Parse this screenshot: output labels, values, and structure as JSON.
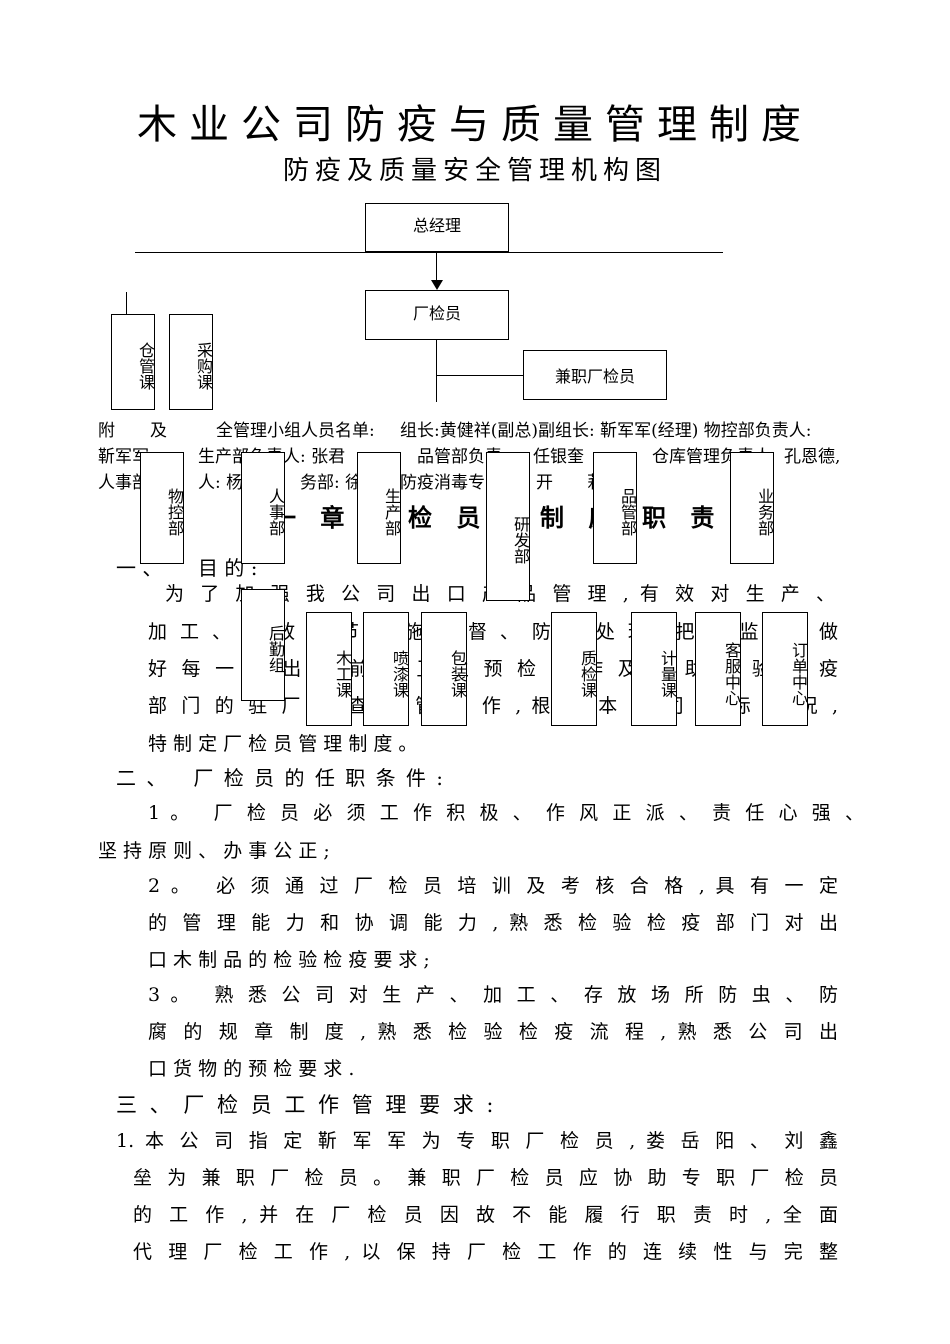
{
  "title": "木业公司防疫与质量管理制度",
  "subtitle": "防疫及质量安全管理机构图",
  "org": {
    "gm": "总经理",
    "inspector": "厂检员",
    "part_inspector": "兼职厂检员",
    "warehouse": "仓管课",
    "purchase": "采购课",
    "dept_material": "物控部",
    "dept_hr": "人事部",
    "dept_prod": "生产部",
    "dept_rd": "研发部",
    "dept_quality": "品管部",
    "dept_business": "业务部",
    "logistics": "后勤组",
    "wood": "木工课",
    "paint": "喷漆课",
    "pack": "包装课",
    "qc": "质检课",
    "metering": "计量课",
    "service": "客服中心",
    "orders": "订单中心"
  },
  "attach": {
    "line1a": "附",
    "line1b": "及",
    "line1c": "全管理小组人员名单:",
    "line1d": "组长:黄健祥(副总)副组长: 靳军军(经理) 物控部负责人:",
    "line2a": "靳军军",
    "line2b": "生产部负责人: 张君",
    "line2c": "品管部负责",
    "line2d": "任银奎",
    "line2e": "仓库管理负责人",
    "line2f": "孔恩德,",
    "line3a": "人事部",
    "line3b": "人: 杨晓",
    "line3c": "务部: 徐晓",
    "line3d": "防疫消毒专",
    "line3e": "开",
    "line3f": "莉"
  },
  "chapter": {
    "a": "一 章",
    "b": "检 员 管",
    "c": "制 度",
    "d": "职 责"
  },
  "sec1": {
    "heading_a": "一 、",
    "heading_b": "目 的 :",
    "l1": "为 了 加 强 我 公 司 出 口 产 品 管 理 , 有 效 对 生 产 、",
    "l2": "加 工 、 存 放 环 节 实 施 监 督 、 防 范 处 理 , 把 控 监 测 , 做",
    "l3": "好 每 一 批 出 口 前 的 卫 生 预 检 工 作 及 协 助 检 验 检 疫",
    "l4": "部 门 的 驻 厂 检 查 监 管 工 作 , 根 据 本 公 司 实 际 情 况 ,",
    "l5": "特 制 定 厂 检 员 管 理 制 度 。"
  },
  "sec2": {
    "heading": "二 、   厂 检 员 的 任 职 条 件 :",
    "i1a": "1 。  厂 检 员 必 须 工 作 积 极 、 作 风 正 派 、 责 任 心 强 、",
    "i1b": "坚 持 原 则 、 办 事 公 正 ;",
    "i2a": "2 。  必 须 通 过 厂 检 员 培 训 及 考 核 合 格 , 具 有 一 定",
    "i2b": "的 管 理 能 力 和 协 调 能 力 , 熟 悉 检 验 检 疫 部 门 对 出",
    "i2c": "口 木 制 品 的 检 验 检 疫 要 求 ;",
    "i3a": "3 。  熟 悉 公 司 对 生 产 、 加 工 、 存 放 场 所 防 虫 、 防",
    "i3b": "腐 的 规 章 制 度 , 熟 悉 检 验 检 疫 流 程 , 熟 悉 公 司 出",
    "i3c": "口 货 物 的 预 检 要 求 ."
  },
  "sec3": {
    "heading": "三 、 厂 检 员 工 作 管 理 要 求 :",
    "l1": "1. 本 公 司 指 定 靳 军 军 为 专 职 厂 检 员 , 娄 岳 阳 、 刘 鑫",
    "l2": "垒 为 兼 职 厂 检 员 。 兼 职 厂 检 员 应 协 助 专 职 厂 检 员",
    "l3": "的 工 作 , 并 在 厂 检 员 因 故 不 能 履 行 职 责 时 , 全 面",
    "l4": "代 理 厂 检 工 作 , 以 保 持 厂 检 工 作 的 连 续 性 与 完 整"
  }
}
